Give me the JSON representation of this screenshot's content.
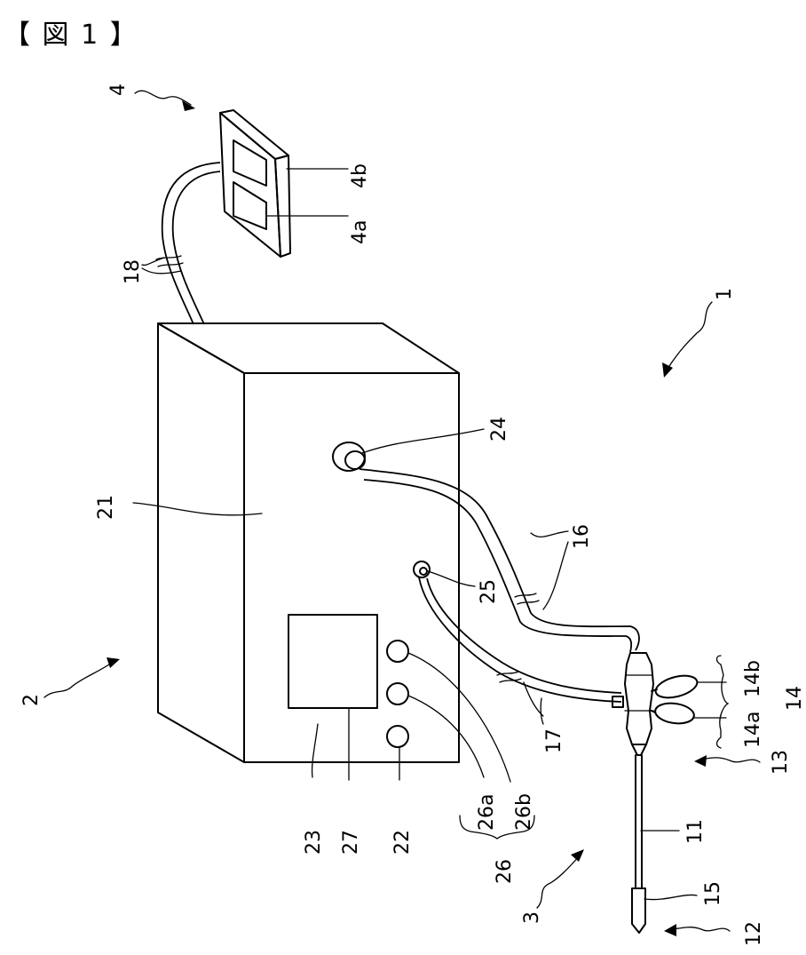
{
  "figure": {
    "title": "【 図 1 】"
  },
  "labels": {
    "l1": "1",
    "l2": "2",
    "l3": "3",
    "l4": "4",
    "l4a": "4a",
    "l4b": "4b",
    "l11": "11",
    "l12": "12",
    "l13": "13",
    "l14": "14",
    "l14a": "14a",
    "l14b": "14b",
    "l15": "15",
    "l16": "16",
    "l17": "17",
    "l18": "18",
    "l21": "21",
    "l22": "22",
    "l23": "23",
    "l24": "24",
    "l25": "25",
    "l26": "26",
    "l26a": "26a",
    "l26b": "26b",
    "l27": "27"
  }
}
